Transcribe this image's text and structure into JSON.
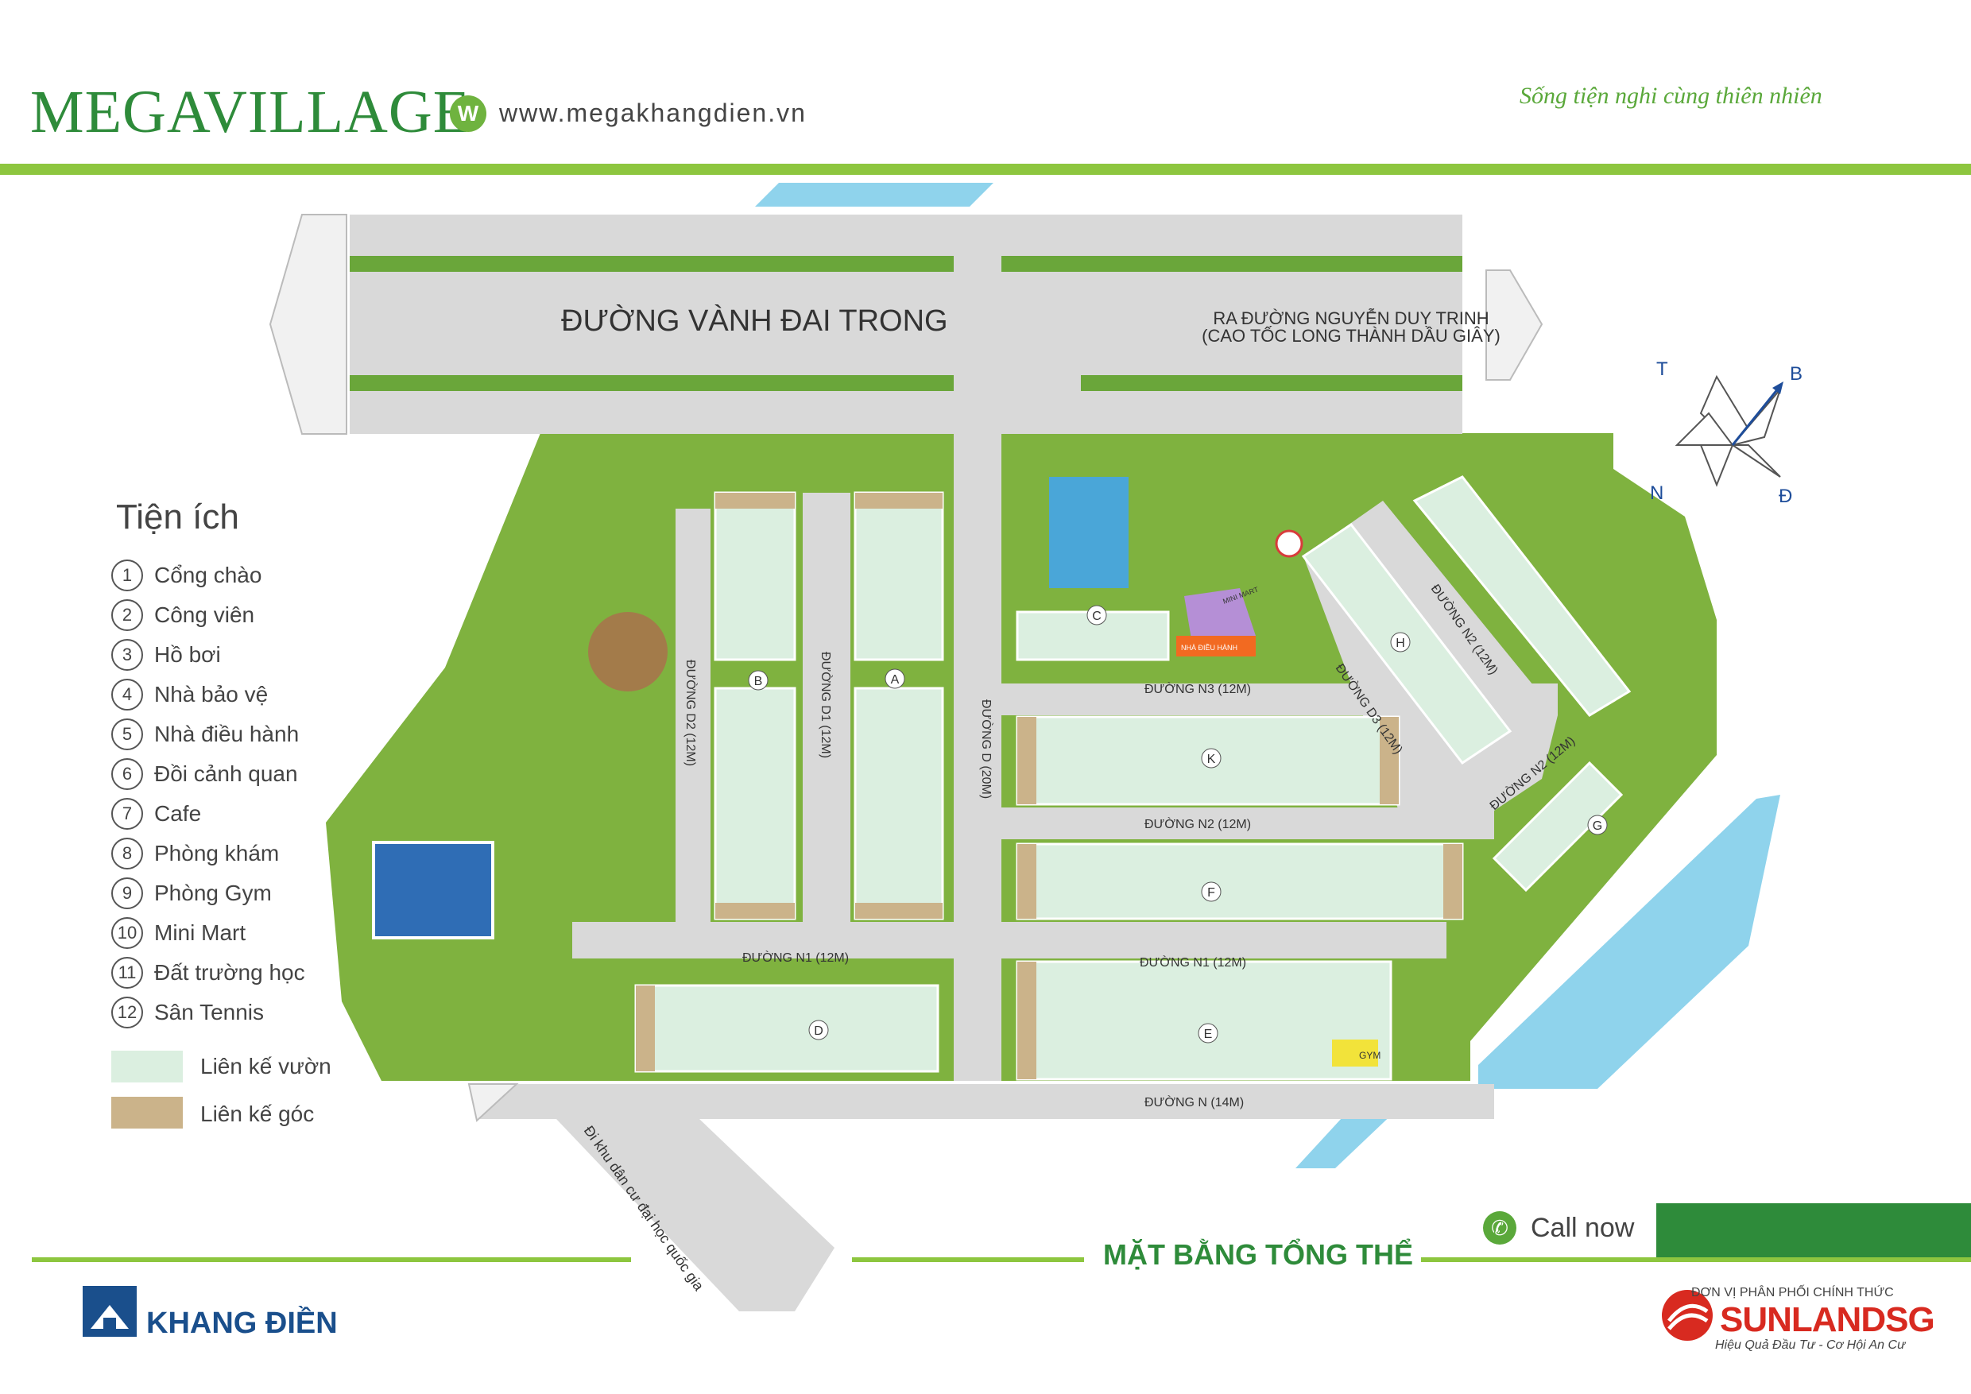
{
  "header": {
    "logo": "MEGAVILLAGE",
    "web_letter": "W",
    "website": "www.megakhangdien.vn",
    "tagline": "Sống tiện nghi cùng thiên nhiên"
  },
  "legend": {
    "title": "Tiện ích",
    "items": [
      {
        "num": "1",
        "label": "Cổng chào"
      },
      {
        "num": "2",
        "label": "Công viên"
      },
      {
        "num": "3",
        "label": "Hồ bơi"
      },
      {
        "num": "4",
        "label": "Nhà bảo vệ"
      },
      {
        "num": "5",
        "label": "Nhà điều hành"
      },
      {
        "num": "6",
        "label": "Đồi cảnh quan"
      },
      {
        "num": "7",
        "label": "Cafe"
      },
      {
        "num": "8",
        "label": "Phòng khám"
      },
      {
        "num": "9",
        "label": "Phòng Gym"
      },
      {
        "num": "10",
        "label": "Mini Mart"
      },
      {
        "num": "11",
        "label": "Đất trường học"
      },
      {
        "num": "12",
        "label": "Sân Tennis"
      }
    ],
    "swatches": [
      {
        "label": "Liên kế vườn",
        "color": "#dbefe0"
      },
      {
        "label": "Liên kế góc",
        "color": "#cbb38a"
      }
    ]
  },
  "map": {
    "main_road": "ĐƯỜNG VÀNH ĐAI TRONG",
    "exit_line1": "RA ĐƯỜNG NGUYỄN DUY TRINH",
    "exit_line2": "(CAO TỐC LONG THÀNH DẦU GIÂY)",
    "roads": {
      "d2": "ĐƯỜNG D2 (12M)",
      "d1": "ĐƯỜNG D1 (12M)",
      "d": "ĐƯỜNG D (20M)",
      "d3": "ĐƯỜNG D3 (12M)",
      "n3": "ĐƯỜNG N3 (12M)",
      "n2": "ĐƯỜNG N2 (12M)",
      "n2b": "ĐƯỜNG N2 (12M)",
      "n1a": "ĐƯỜNG N1 (12M)",
      "n1b": "ĐƯỜNG N1 (12M)",
      "n": "ĐƯỜNG N (14M)",
      "n2c": "ĐƯỜNG N2 (12M)",
      "access": "Đi khu dân cư đại học quốc gia"
    },
    "compass": {
      "t": "T",
      "b": "B",
      "n": "N",
      "d": "Đ"
    },
    "block_letters": [
      "A",
      "B",
      "C",
      "D",
      "E",
      "F",
      "G",
      "H",
      "K"
    ],
    "mini_mart": "MINI MART",
    "exec_house": "NHÀ ĐIỀU HÀNH",
    "gym": "GYM"
  },
  "footer": {
    "call": "Call now",
    "plan_title": "MẶT BẰNG TỔNG THỂ",
    "khang_dien": "KHANG ĐIỀN",
    "sun_dist": "ĐƠN VỊ PHÂN PHỐI CHÍNH THỨC",
    "sun_brand": "SUNLANDSG",
    "sun_slogan": "Hiệu Quả Đầu Tư - Cơ Hội An Cư"
  },
  "colors": {
    "accent_green": "#8dc63f",
    "dark_green": "#2e8b3a",
    "grass": "#7fb23f",
    "water": "#8fd3ec",
    "road": "#d9d9d9",
    "garden_lot": "#dbefe0",
    "corner_lot": "#cbb38a"
  }
}
